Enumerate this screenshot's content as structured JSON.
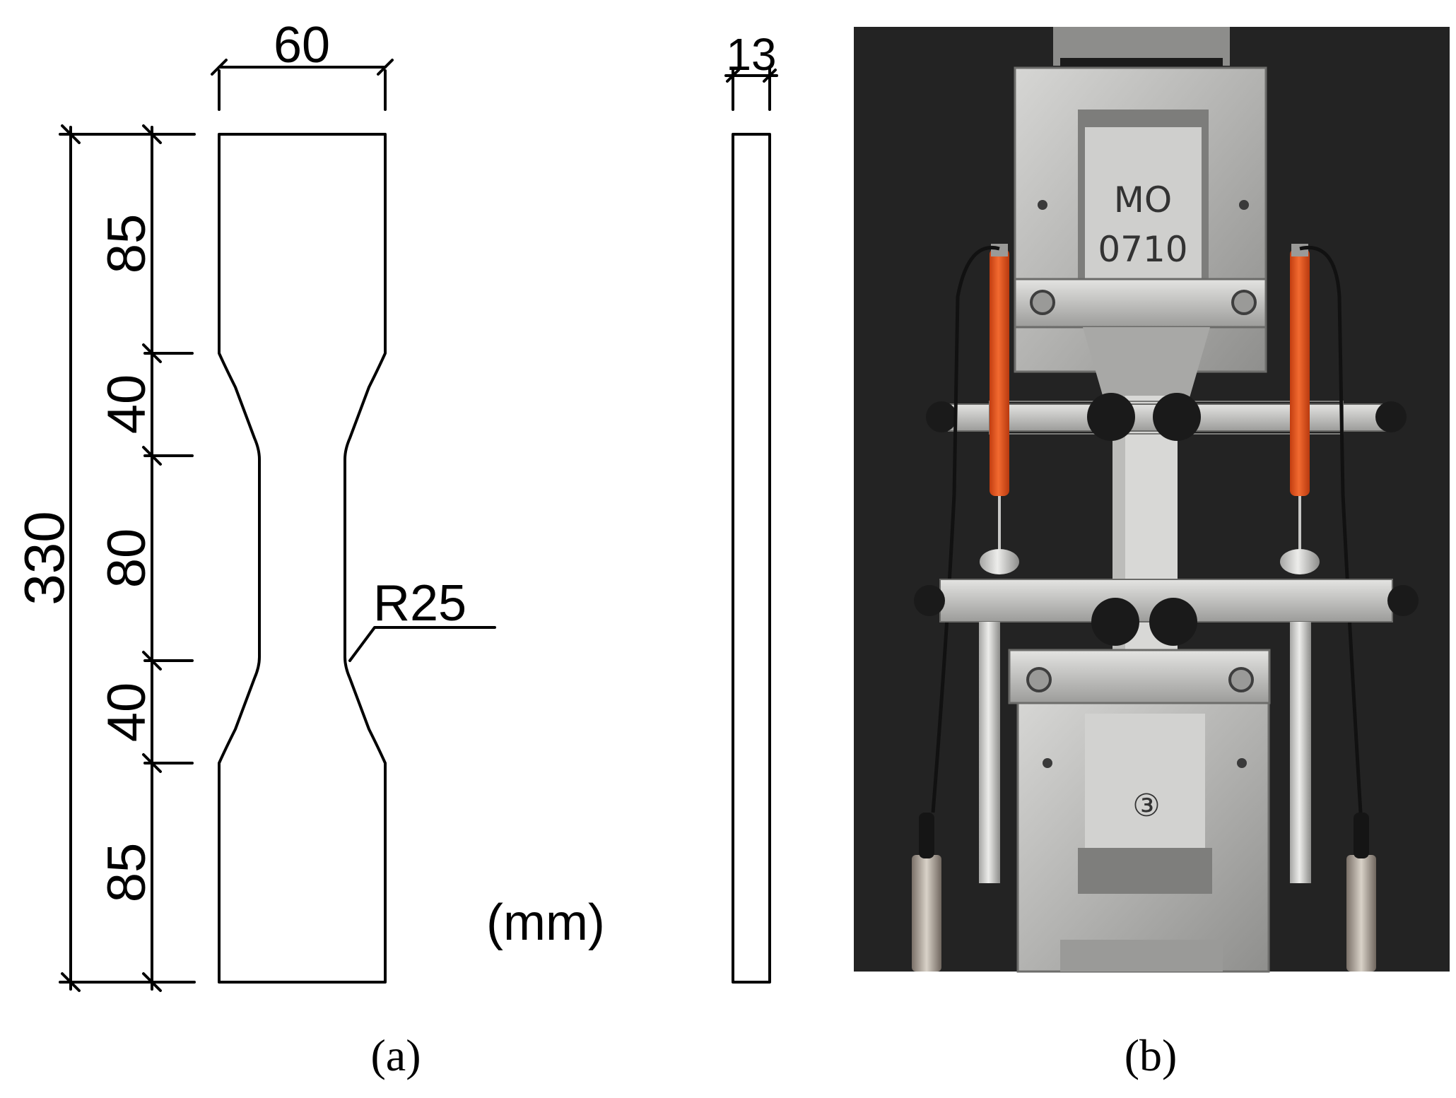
{
  "drawing": {
    "width_label": "60",
    "thickness_label": "13",
    "total_length_label": "330",
    "segments": [
      "85",
      "40",
      "80",
      "40",
      "85"
    ],
    "radius_label": "R25",
    "unit_label": "(mm)"
  },
  "photo": {
    "top_sample_marking": "MO\n0710",
    "bottom_sample_marking": "③",
    "colors": {
      "background": "#2a2a2a",
      "aluminium": "#b8b8b6",
      "lvdt": "#e8521e",
      "knob": "#1a1a1a",
      "specimen": "#d8d8d6"
    }
  },
  "captions": {
    "a": "(a)",
    "b": "(b)"
  }
}
